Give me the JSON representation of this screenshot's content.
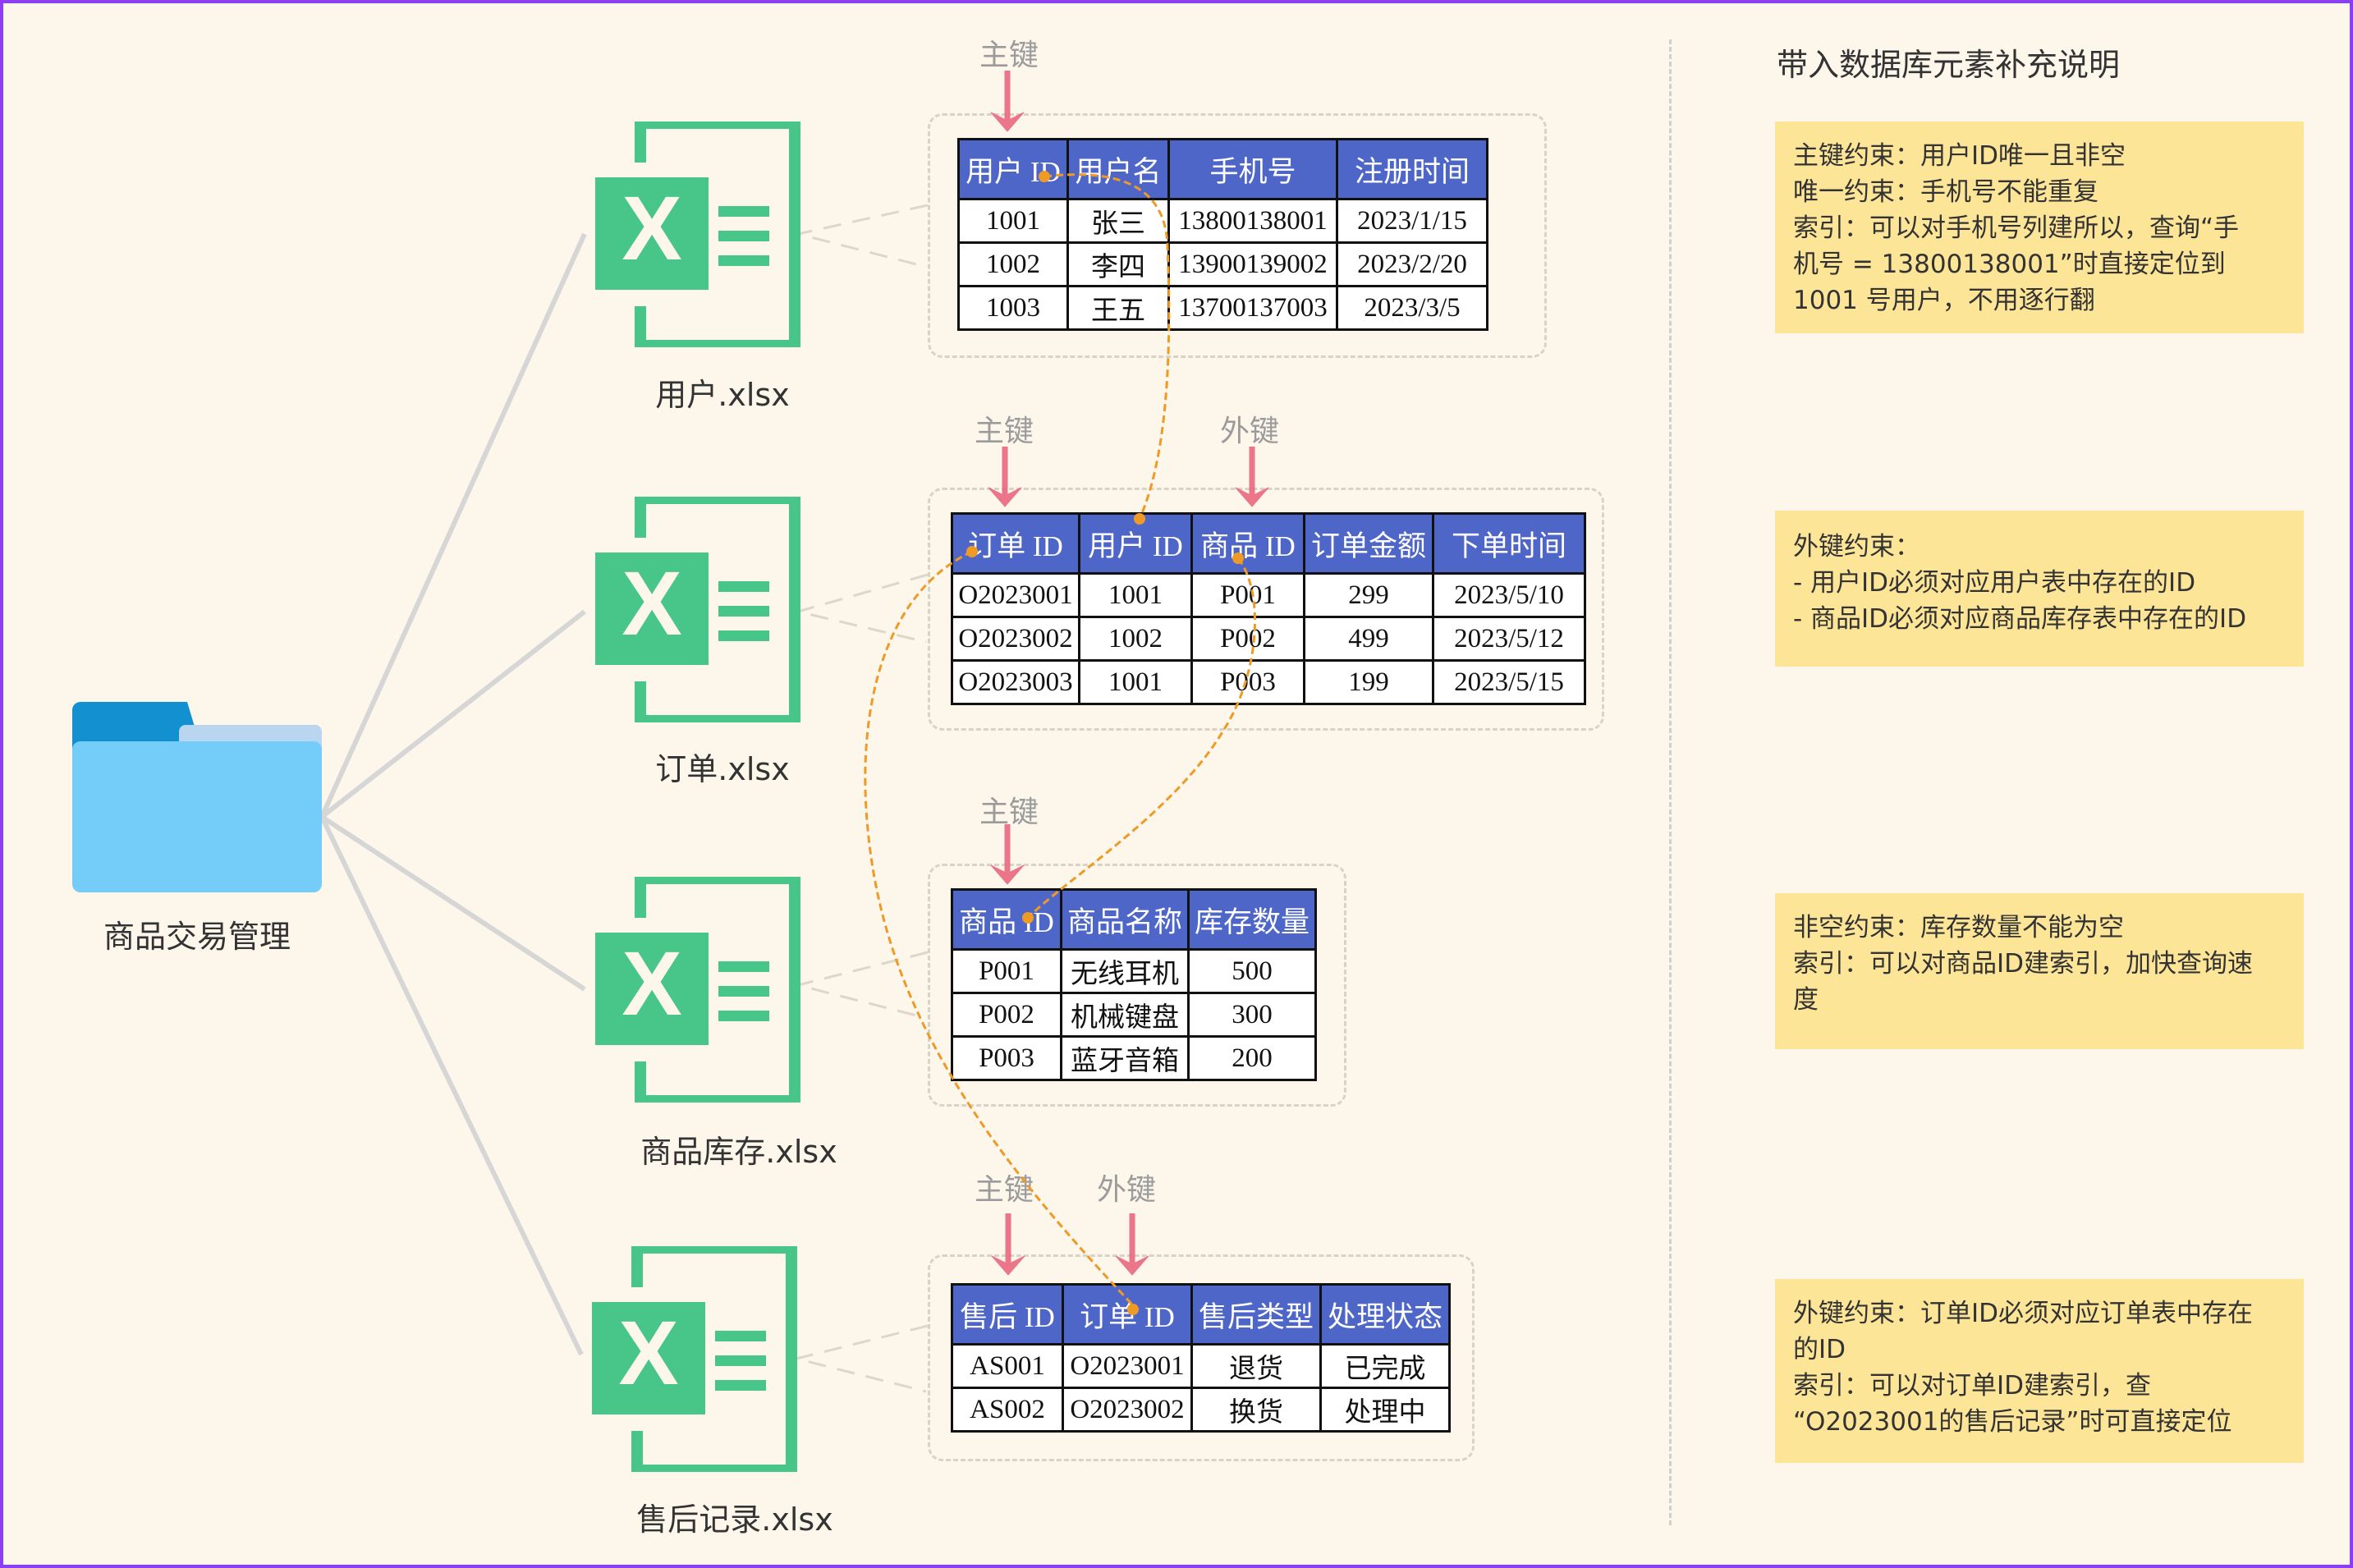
{
  "root": {
    "label": "商品交易管理",
    "icon": "folder-icon"
  },
  "files": [
    {
      "label": "用户.xlsx",
      "icon": "excel-file-icon"
    },
    {
      "label": "订单.xlsx",
      "icon": "excel-file-icon"
    },
    {
      "label": "商品库存.xlsx",
      "icon": "excel-file-icon"
    },
    {
      "label": "售后记录.xlsx",
      "icon": "excel-file-icon"
    }
  ],
  "key_labels": {
    "primary": "主键",
    "foreign": "外键"
  },
  "tables": {
    "users": {
      "headers": [
        "用户 ID",
        "用户名",
        "手机号",
        "注册时间"
      ],
      "rows": [
        [
          "1001",
          "张三",
          "13800138001",
          "2023/1/15"
        ],
        [
          "1002",
          "李四",
          "13900139002",
          "2023/2/20"
        ],
        [
          "1003",
          "王五",
          "13700137003",
          "2023/3/5"
        ]
      ]
    },
    "orders": {
      "headers": [
        "订单 ID",
        "用户 ID",
        "商品 ID",
        "订单金额",
        "下单时间"
      ],
      "rows": [
        [
          "O2023001",
          "1001",
          "P001",
          "299",
          "2023/5/10"
        ],
        [
          "O2023002",
          "1002",
          "P002",
          "499",
          "2023/5/12"
        ],
        [
          "O2023003",
          "1001",
          "P003",
          "199",
          "2023/5/15"
        ]
      ]
    },
    "products": {
      "headers": [
        "商品 ID",
        "商品名称",
        "库存数量"
      ],
      "rows": [
        [
          "P001",
          "无线耳机",
          "500"
        ],
        [
          "P002",
          "机械键盘",
          "300"
        ],
        [
          "P003",
          "蓝牙音箱",
          "200"
        ]
      ]
    },
    "after_sales": {
      "headers": [
        "售后 ID",
        "订单 ID",
        "售后类型",
        "处理状态"
      ],
      "rows": [
        [
          "AS001",
          "O2023001",
          "退货",
          "已完成"
        ],
        [
          "AS002",
          "O2023002",
          "换货",
          "处理中"
        ]
      ]
    }
  },
  "notes": {
    "title": "带入数据库元素补充说明",
    "items": [
      {
        "lines": [
          "主键约束：用户ID唯一且非空",
          "唯一约束：手机号不能重复",
          "索引：可以对手机号列建所以，查询“手",
          "机号 = 13800138001”时直接定位到",
          "1001 号用户，不用逐行翻"
        ]
      },
      {
        "lines": [
          "外键约束：",
          "- 用户ID必须对应用户表中存在的ID",
          "- 商品ID必须对应商品库存表中存在的ID"
        ]
      },
      {
        "lines": [
          "非空约束：库存数量不能为空",
          "索引：可以对商品ID建索引，加快查询速",
          "度"
        ]
      },
      {
        "lines": [
          "外键约束：订单ID必须对应订单表中存在",
          "的ID",
          "索引：可以对订单ID建索引，查",
          "“O2023001的售后记录”时可直接定位"
        ]
      }
    ]
  },
  "colors": {
    "background": "#fdf6eb",
    "table_header": "#4f66c9",
    "excel_green": "#48c68a",
    "folder_front": "#74cdf9",
    "folder_tab": "#1290cf",
    "folder_back": "#bad5ef",
    "note_bg": "#fde598",
    "key_arrow": "#e8607a",
    "relation_line": "#ef9a25",
    "frame": "#8b3ff0"
  }
}
